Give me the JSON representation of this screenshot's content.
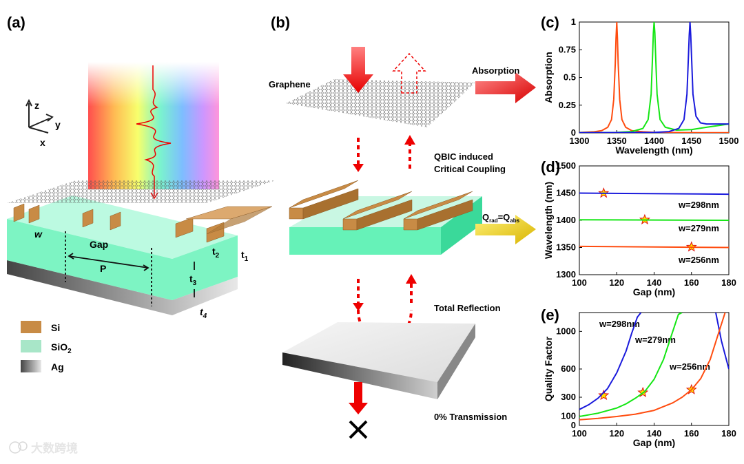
{
  "panels": {
    "a": {
      "label": "(a)",
      "axes": {
        "z": "z",
        "y": "y",
        "x": "x"
      },
      "dims": {
        "w": "w",
        "gap": "Gap",
        "p": "P",
        "t1": "t",
        "t1_sub": "1",
        "t2": "t",
        "t2_sub": "2",
        "t3": "t",
        "t3_sub": "3",
        "t4": "t",
        "t4_sub": "4"
      },
      "legend": [
        {
          "text": "Si",
          "sub": "",
          "color": "#c88b45"
        },
        {
          "text": "SiO",
          "sub": "2",
          "color": "#a8e6c8"
        },
        {
          "text": "Ag",
          "sub": "",
          "color": "#6b6b6b"
        }
      ]
    },
    "b": {
      "label": "(b)",
      "graphene": "Graphene",
      "absorption": "Absorption",
      "qbic_line1": "QBIC induced",
      "qbic_line2": "Critical Coupling",
      "q_rad": "Q",
      "q_rad_sub": "rad",
      "q_eq": "=Q",
      "q_abs_sub": "abs",
      "total_reflection": "Total Reflection",
      "transmission": "0% Transmission"
    },
    "c": {
      "label": "(c)"
    },
    "d": {
      "label": "(d)"
    },
    "e": {
      "label": "(e)"
    }
  },
  "watermark": "大数跨境",
  "chart_data": [
    {
      "panel": "c",
      "type": "line",
      "xlabel": "Wavelength (nm)",
      "ylabel": "Absorption",
      "xlim": [
        1300,
        1500
      ],
      "ylim": [
        0,
        1
      ],
      "xticks": [
        1300,
        1350,
        1400,
        1450,
        1500
      ],
      "yticks": [
        0,
        0.25,
        0.5,
        0.75,
        1
      ],
      "ytick_labels": [
        "0",
        "0.25",
        "0.5",
        "0.75",
        "1"
      ],
      "series": [
        {
          "color": "#ff4c0f",
          "x": [
            1300,
            1320,
            1330,
            1338,
            1343,
            1346,
            1348,
            1349,
            1350,
            1351,
            1352,
            1354,
            1357,
            1362,
            1370,
            1385,
            1400,
            1430,
            1460,
            1500
          ],
          "y": [
            0.003,
            0.01,
            0.02,
            0.05,
            0.12,
            0.3,
            0.62,
            0.85,
            1.0,
            0.85,
            0.62,
            0.3,
            0.12,
            0.05,
            0.02,
            0.01,
            0.005,
            0.003,
            0.002,
            0.001
          ]
        },
        {
          "color": "#14e614",
          "x": [
            1300,
            1350,
            1370,
            1385,
            1392,
            1396,
            1398,
            1399,
            1400,
            1401,
            1402,
            1404,
            1408,
            1415,
            1430,
            1450,
            1470,
            1490,
            1500
          ],
          "y": [
            0.001,
            0.004,
            0.012,
            0.04,
            0.12,
            0.35,
            0.7,
            0.9,
            1.0,
            0.9,
            0.7,
            0.35,
            0.12,
            0.05,
            0.025,
            0.03,
            0.05,
            0.07,
            0.08
          ]
        },
        {
          "color": "#1a1adc",
          "x": [
            1300,
            1400,
            1420,
            1433,
            1440,
            1444,
            1446,
            1447,
            1448,
            1449,
            1450,
            1452,
            1456,
            1462,
            1470,
            1480,
            1490,
            1500
          ],
          "y": [
            0.001,
            0.004,
            0.012,
            0.04,
            0.12,
            0.35,
            0.7,
            0.88,
            1.0,
            0.88,
            0.7,
            0.35,
            0.15,
            0.09,
            0.08,
            0.08,
            0.08,
            0.08
          ]
        }
      ]
    },
    {
      "panel": "d",
      "type": "line",
      "xlabel": "Gap (nm)",
      "ylabel": "Wavelength (nm)",
      "xlim": [
        100,
        180
      ],
      "ylim": [
        1300,
        1500
      ],
      "xticks": [
        100,
        120,
        140,
        160,
        180
      ],
      "yticks": [
        1300,
        1350,
        1400,
        1450,
        1500
      ],
      "series": [
        {
          "name": "w=298nm",
          "color": "#1a1adc",
          "x": [
            100,
            180
          ],
          "y": [
            1450,
            1448
          ],
          "star": [
            113,
            1450
          ]
        },
        {
          "name": "w=279nm",
          "color": "#14e614",
          "x": [
            100,
            180
          ],
          "y": [
            1401,
            1400
          ],
          "star": [
            135,
            1401
          ]
        },
        {
          "name": "w=256nm",
          "color": "#ff4c0f",
          "x": [
            100,
            180
          ],
          "y": [
            1352,
            1350
          ],
          "star": [
            160,
            1351
          ]
        }
      ]
    },
    {
      "panel": "e",
      "type": "line",
      "xlabel": "Gap (nm)",
      "ylabel": "Quality Factor",
      "xlim": [
        100,
        180
      ],
      "ylim": [
        0,
        1200
      ],
      "xticks": [
        100,
        120,
        140,
        160,
        180
      ],
      "yticks": [
        0,
        100,
        300,
        600,
        1000
      ],
      "series": [
        {
          "name": "w=298nm",
          "color": "#1a1adc",
          "x": [
            100,
            105,
            110,
            115,
            120,
            125,
            128,
            131,
            133
          ],
          "y": [
            170,
            220,
            290,
            390,
            560,
            790,
            980,
            1150,
            1200
          ],
          "star": [
            113,
            320
          ],
          "extra": {
            "x": [
              173,
              176,
              180
            ],
            "y": [
              1200,
              900,
              600
            ]
          }
        },
        {
          "name": "w=279nm",
          "color": "#14e614",
          "x": [
            100,
            110,
            120,
            125,
            130,
            135,
            140,
            145,
            150,
            153,
            155
          ],
          "y": [
            95,
            130,
            185,
            230,
            290,
            360,
            490,
            700,
            1000,
            1180,
            1200
          ],
          "star": [
            134,
            350
          ]
        },
        {
          "name": "w=256nm",
          "color": "#ff4c0f",
          "x": [
            100,
            110,
            120,
            130,
            140,
            150,
            155,
            160,
            165,
            170,
            174,
            178
          ],
          "y": [
            60,
            75,
            95,
            120,
            160,
            240,
            300,
            380,
            500,
            700,
            950,
            1200
          ],
          "star": [
            160,
            380
          ]
        }
      ]
    }
  ]
}
